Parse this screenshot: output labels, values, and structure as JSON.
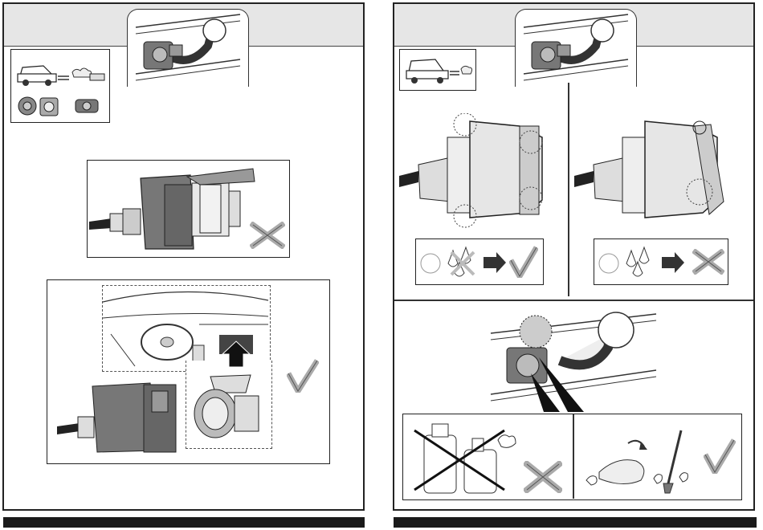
{
  "pages": [
    {
      "id": "left",
      "steps": [
        "vehicle-to-trailer",
        "adapter-wrong",
        "adapter-in-vehicle-correct"
      ]
    },
    {
      "id": "right",
      "steps": [
        "seal-check-correct",
        "seal-check-wrong",
        "socket-cleaning"
      ]
    }
  ],
  "icons": {
    "correct": "check-mark-icon",
    "wrong": "x-mark-icon"
  },
  "colors": {
    "ink": "#222222",
    "header": "#e6e6e6",
    "footer": "#1a1a1a",
    "gray_mark": "#b0b0b0"
  }
}
